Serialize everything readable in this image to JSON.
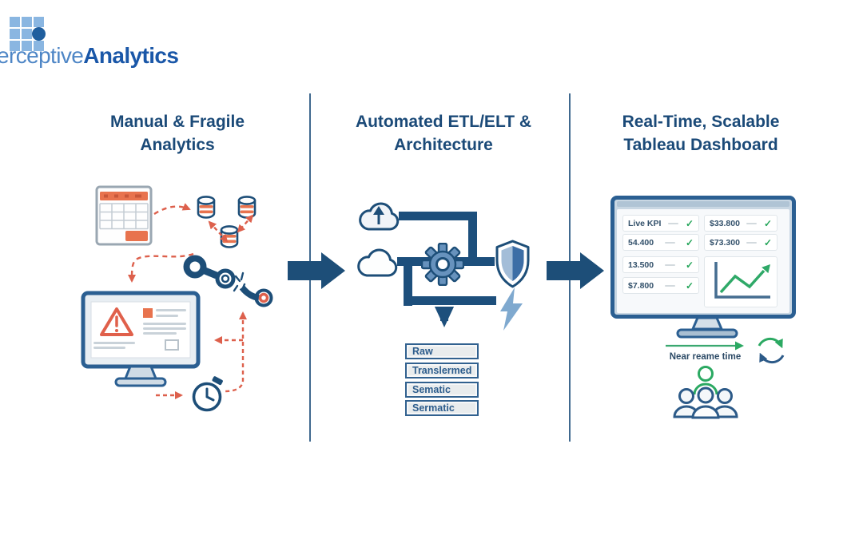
{
  "logo": {
    "prefix": "erceptive",
    "suffix": "Analytics"
  },
  "sections": [
    {
      "title": [
        "Manual & Fragile",
        "Analytics"
      ]
    },
    {
      "title": [
        "Automated ETL/ELT &",
        "Architecture"
      ]
    },
    {
      "title": [
        "Real-Time, Scalable",
        "Tableau Dashboard"
      ]
    }
  ],
  "etl_layers": [
    "Raw",
    "Translermed",
    "Sematic",
    "Sermatic"
  ],
  "dashboard": {
    "kpi_rows_left": [
      "Live KPI",
      "54.400",
      "13.500",
      "$7.800"
    ],
    "kpi_rows_right": [
      "$33.800",
      "$73.300"
    ],
    "check_glyph": "✓",
    "caption": "Near reame time"
  },
  "icons": {
    "left_panel": [
      "spreadsheet-icon",
      "database-icon",
      "broken-link-icon",
      "error-monitor-icon",
      "warning-triangle-icon",
      "clock-icon"
    ],
    "middle_panel": [
      "cloud-upload-icon",
      "cloud-icon",
      "gear-icon",
      "shield-icon",
      "lightning-icon",
      "flow-arrow-icon"
    ],
    "right_panel": [
      "dashboard-monitor-icon",
      "line-chart-icon",
      "check-icon",
      "refresh-icon",
      "users-icon"
    ]
  },
  "colors": {
    "navy": "#1d4e78",
    "accent_red": "#dd604c",
    "accent_orange": "#e8734e",
    "green": "#2ba962",
    "light_blue": "#7fa9cf"
  }
}
